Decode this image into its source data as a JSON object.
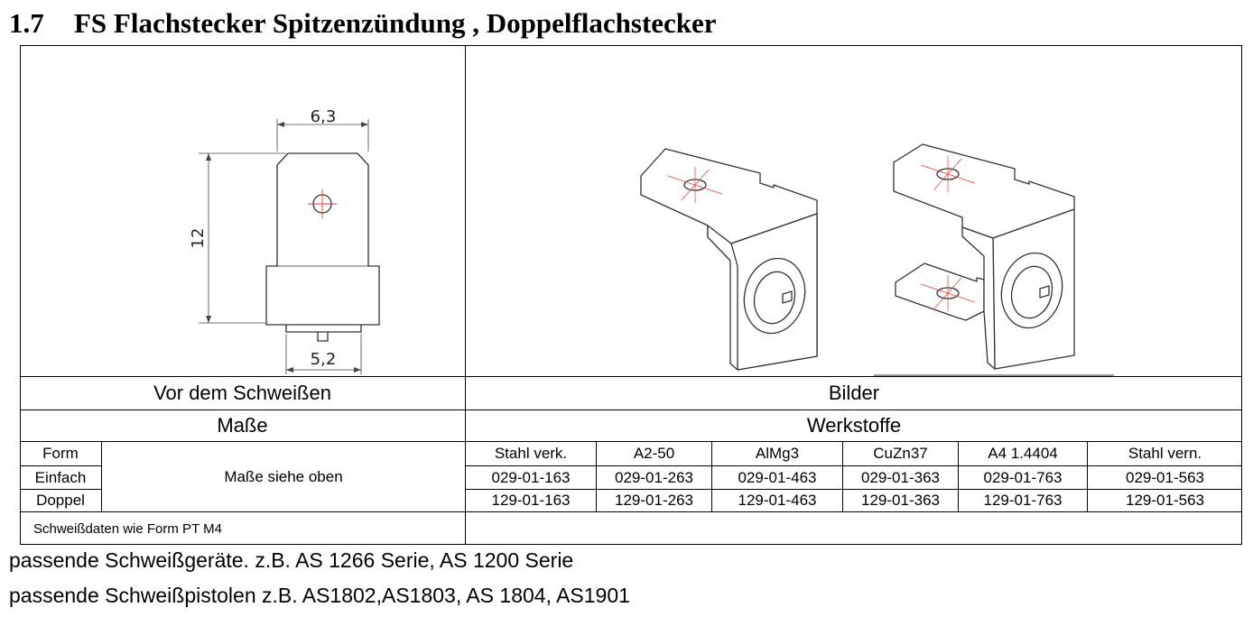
{
  "section": {
    "number": "1.7",
    "title": "FS Flachstecker Spitzenzündung , Doppelflachstecker"
  },
  "drawing": {
    "dim_width_top": "6,3",
    "dim_height": "12",
    "dim_width_bottom": "5,2"
  },
  "table": {
    "label_before": "Vor dem Schweißen",
    "label_pictures": "Bilder",
    "label_dimensions": "Maße",
    "label_materials": "Werkstoffe",
    "form_header": "Form",
    "dimensions_note": "Maße siehe oben",
    "material_headers": [
      "Stahl verk.",
      "A2-50",
      "AlMg3",
      "CuZn37",
      "A4 1.4404",
      "Stahl vern."
    ],
    "rows": [
      {
        "form": "Einfach",
        "codes": [
          "029-01-163",
          "029-01-263",
          "029-01-463",
          "029-01-363",
          "029-01-763",
          "029-01-563"
        ]
      },
      {
        "form": "Doppel",
        "codes": [
          "129-01-163",
          "129-01-263",
          "129-01-463",
          "129-01-363",
          "129-01-763",
          "129-01-563"
        ]
      }
    ],
    "welding_note": "Schweißdaten wie Form PT M4"
  },
  "footer": {
    "devices_line": "passende Schweißgeräte.  z.B. AS 1266 Serie, AS 1200 Serie",
    "guns_line": "passende Schweißpistolen z.B. AS1802,AS1803, AS 1804, AS1901"
  }
}
